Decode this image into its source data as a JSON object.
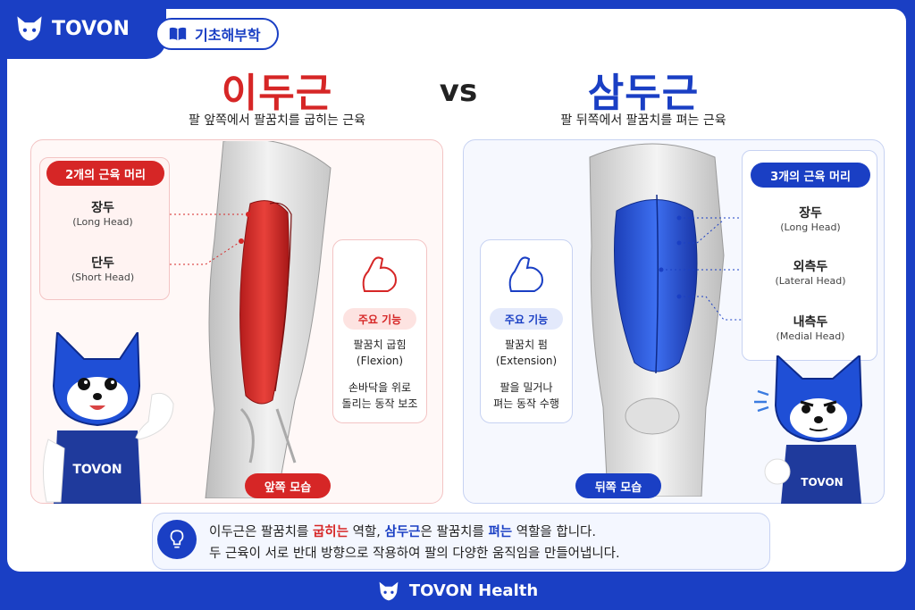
{
  "brand": {
    "name": "TOVON",
    "footer": "TOVON Health",
    "shirt_text": "TOVON"
  },
  "category": "기초해부학",
  "left": {
    "title": "이두근",
    "subtitle": "팔 앞쪽에서 팔꿈치를 굽히는 근육",
    "heads_label": "2개의 근육 머리",
    "heads": [
      {
        "ko": "장두",
        "en": "(Long Head)"
      },
      {
        "ko": "단두",
        "en": "(Short Head)"
      }
    ],
    "function_label": "주요 기능",
    "function_lines": [
      "팔꿈치 굽힘",
      "(Flexion)",
      "손바닥을 위로",
      "돌리는 동작 보조"
    ],
    "view": "앞쪽 모습"
  },
  "vs": "vs",
  "right": {
    "title": "삼두근",
    "subtitle": "팔 뒤쪽에서 팔꿈치를 펴는 근육",
    "heads_label": "3개의 근육 머리",
    "heads": [
      {
        "ko": "장두",
        "en": "(Long Head)"
      },
      {
        "ko": "외측두",
        "en": "(Lateral Head)"
      },
      {
        "ko": "내측두",
        "en": "(Medial Head)"
      }
    ],
    "function_label": "주요 기능",
    "function_lines": [
      "팔꿈치 펌",
      "(Extension)",
      "팔을 밀거나",
      "펴는 동작 수행"
    ],
    "view": "뒤쪽 모습"
  },
  "summary": {
    "line1": {
      "a": "이두근",
      "b": "은 팔꿈치를 ",
      "c": "굽히는",
      "d": " 역할, ",
      "e": "삼두근",
      "f": "은 팔꿈치를 ",
      "g": "펴는",
      "h": " 역할을 합니다."
    },
    "line2": "두 근육이 서로 반대 방향으로 작용하여 팔의 다양한 움직임을 만들어냅니다."
  },
  "colors": {
    "brand_blue": "#1a3fc4",
    "red": "#d62626",
    "muscle_blue": "#2f5fe0"
  },
  "icons": [
    "fox-logo-icon",
    "book-icon",
    "flexed-arm-icon",
    "lightbulb-icon"
  ]
}
